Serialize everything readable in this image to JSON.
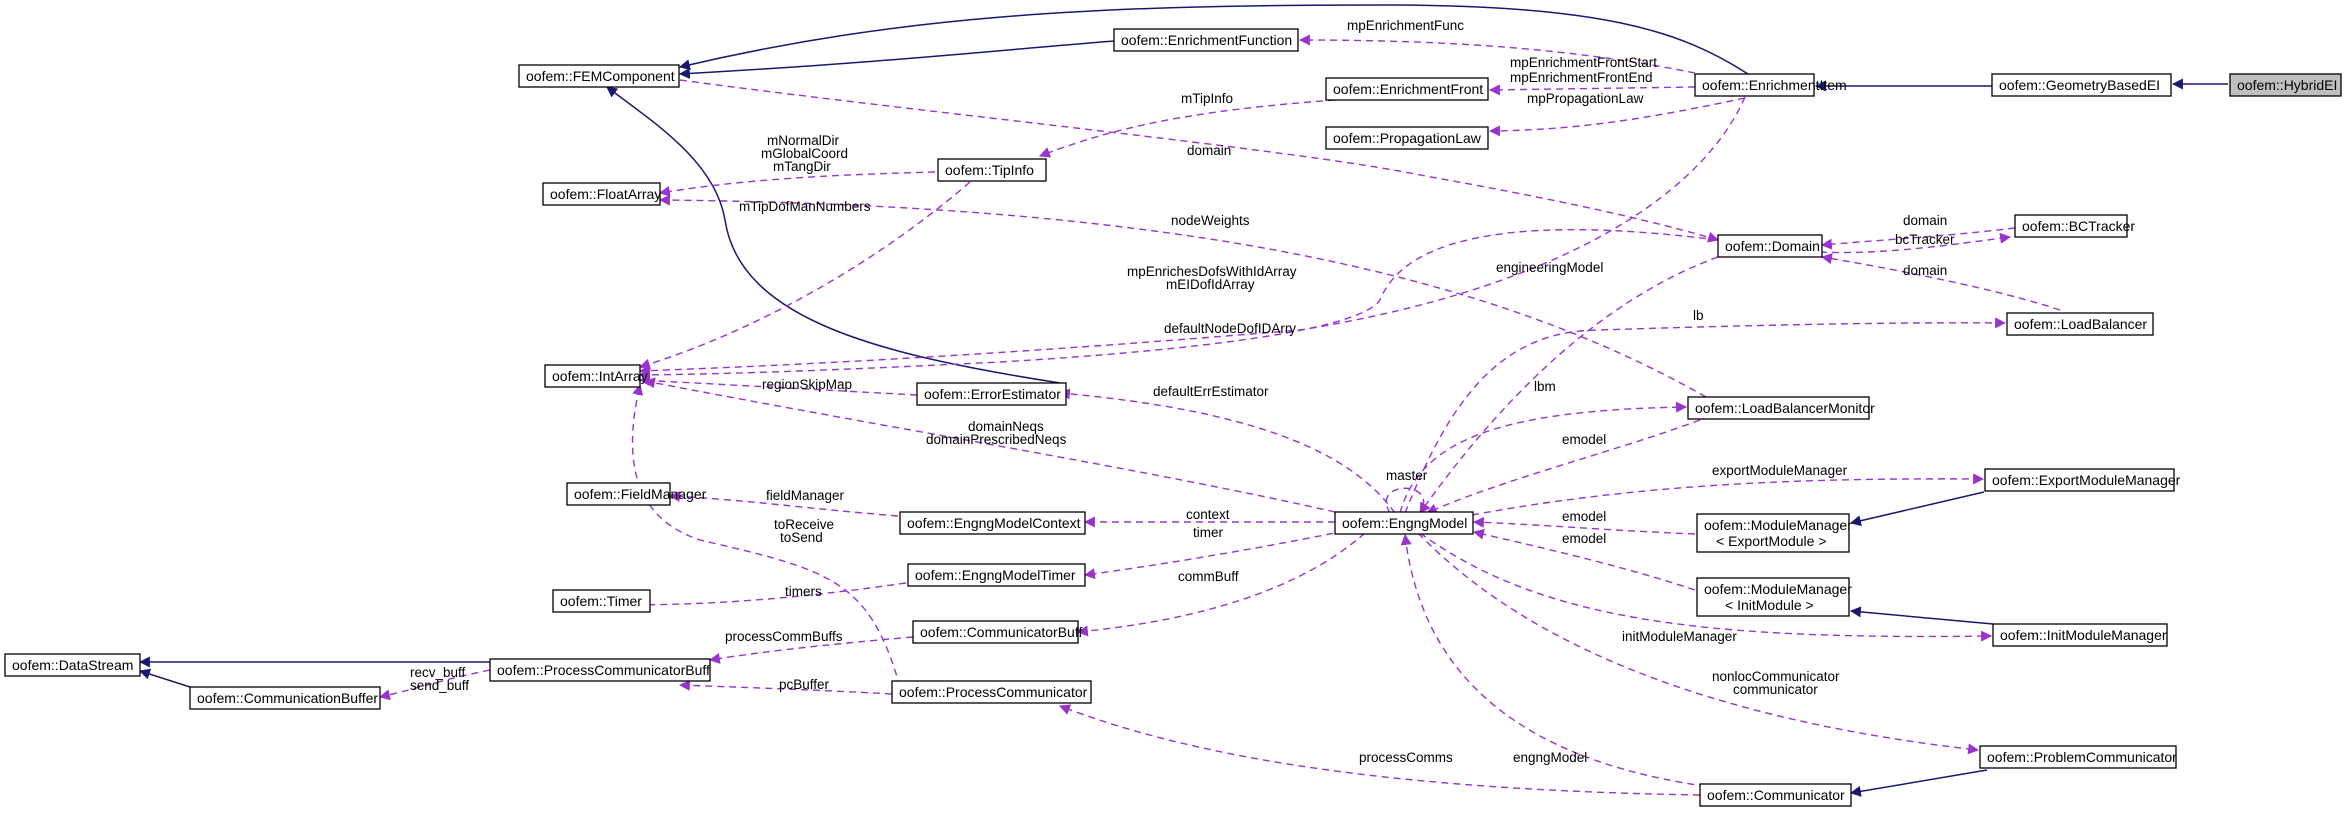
{
  "diagram": {
    "colors": {
      "inheritance": "#191970",
      "usage": "#9a32cd",
      "highlight": "#bfbfbf"
    },
    "nodes": {
      "hybrid_el": "oofem::HybridEI",
      "geometry_based_el": "oofem::GeometryBasedEI",
      "enrichment_item": "oofem::EnrichmentItem",
      "enrichment_function": "oofem::EnrichmentFunction",
      "fem_component": "oofem::FEMComponent",
      "enrichment_front": "oofem::EnrichmentFront",
      "propagation_law": "oofem::PropagationLaw",
      "float_array": "oofem::FloatArray",
      "tip_info": "oofem::TipInfo",
      "domain": "oofem::Domain",
      "bc_tracker": "oofem::BCTracker",
      "load_balancer": "oofem::LoadBalancer",
      "int_array": "oofem::IntArray",
      "error_estimator": "oofem::ErrorEstimator",
      "load_balancer_monitor": "oofem::LoadBalancerMonitor",
      "field_manager": "oofem::FieldManager",
      "engng_model_context": "oofem::EngngModelContext",
      "engng_model": "oofem::EngngModel",
      "export_module_manager": "oofem::ExportModuleManager",
      "module_manager_export_1": "oofem::ModuleManager",
      "module_manager_export_2": "< ExportModule >",
      "timer": "oofem::Timer",
      "engng_model_timer": "oofem::EngngModelTimer",
      "module_manager_init_1": "oofem::ModuleManager",
      "module_manager_init_2": "< InitModule >",
      "init_module_manager": "oofem::InitModuleManager",
      "communicator_buff": "oofem::CommunicatorBuff",
      "data_stream": "oofem::DataStream",
      "process_communicator_buff": "oofem::ProcessCommunicatorBuff",
      "communication_buffer": "oofem::CommunicationBuffer",
      "process_communicator": "oofem::ProcessCommunicator",
      "problem_communicator": "oofem::ProblemCommunicator",
      "communicator": "oofem::Communicator"
    },
    "edge_labels": {
      "mp_enrichment_func": "mpEnrichmentFunc",
      "mp_enrichment_front_start": "mpEnrichmentFrontStart",
      "mp_enrichment_front_end": "mpEnrichmentFrontEnd",
      "mp_propagation_law": "mpPropagationLaw",
      "m_tip_info": "mTipInfo",
      "m_normal_dir": "mNormalDir",
      "m_global_coord": "mGlobalCoord",
      "m_tang_dir": "mTangDir",
      "m_tip_dof_man_numbers": "mTipDofManNumbers",
      "domain_fem": "domain",
      "node_weights": "nodeWeights",
      "domain_bc": "domain",
      "bc_tracker": "bcTracker",
      "domain_lb": "domain",
      "mp_enriches_dofs": "mpEnrichesDofsWithIdArray",
      "m_ei_dof_id_array": "mEIDofIdArray",
      "engineering_model": "engineeringModel",
      "default_node_dof_id": "defaultNodeDofIDArry",
      "lb": "lb",
      "region_skip_map": "regionSkipMap",
      "default_err_estimator": "defaultErrEstimator",
      "lbm": "lbm",
      "emodel_lbm": "emodel",
      "domain_neqs": "domainNeqs",
      "domain_prescribed_neqs": "domainPrescribedNeqs",
      "master": "master",
      "export_module_manager": "exportModuleManager",
      "field_manager": "fieldManager",
      "context": "context",
      "emodel_export": "emodel",
      "to_receive": "toReceive",
      "to_send": "toSend",
      "timer": "timer",
      "emodel_init": "emodel",
      "timers": "timers",
      "comm_buff": "commBuff",
      "init_module_manager": "initModuleManager",
      "process_comm_buffs": "processCommBuffs",
      "recv_buff": "recv_buff",
      "send_buff": "send_buff",
      "pc_buffer": "pcBuffer",
      "nonloc_communicator": "nonlocCommunicator",
      "communicator": "communicator",
      "process_comms": "processComms",
      "engng_model": "engngModel"
    }
  }
}
